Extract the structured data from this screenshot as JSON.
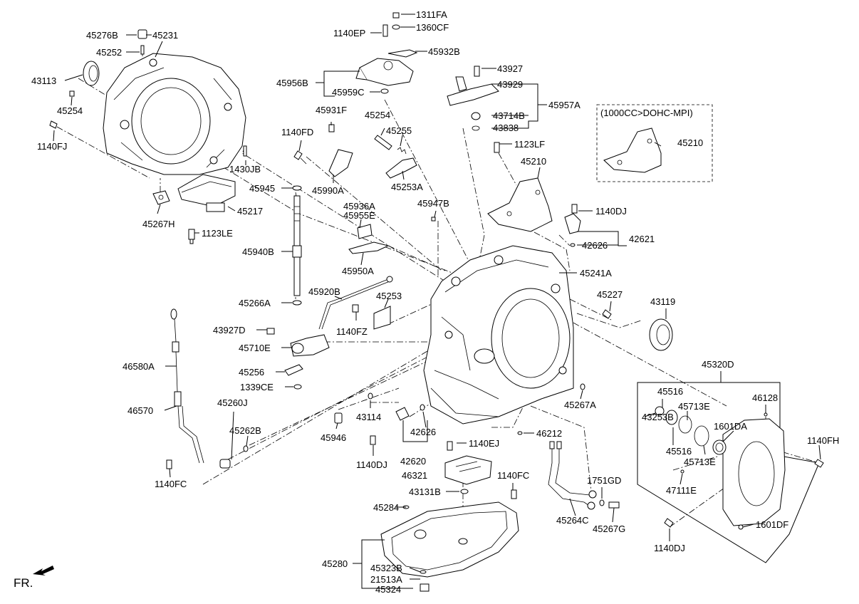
{
  "variant_note": "(1000CC>DOHC-MPI)",
  "direction_label": "FR.",
  "labels": [
    "1311FA",
    "1360CF",
    "1140EP",
    "45932B",
    "45276B",
    "45231",
    "45252",
    "43113",
    "45254",
    "1140FJ",
    "1430JB",
    "45956B",
    "45959C",
    "43927",
    "43929",
    "45957A",
    "43714B",
    "43838",
    "45931F",
    "45254",
    "45255",
    "1140FD",
    "45990A",
    "45253A",
    "45945",
    "45267H",
    "1123LE",
    "45217",
    "45936A",
    "45955E",
    "45947B",
    "45950A",
    "45940B",
    "1123LF",
    "45210",
    "45210",
    "1140DJ",
    "42621",
    "42626",
    "45241A",
    "45227",
    "43119",
    "45266A",
    "45920B",
    "45253",
    "1140FZ",
    "43927D",
    "45710E",
    "46580A",
    "45256",
    "1339CE",
    "45260J",
    "45262B",
    "46570",
    "1140FC",
    "45946",
    "43114",
    "42626",
    "42620",
    "1140DJ",
    "1140EJ",
    "46321",
    "43131B",
    "46212",
    "45267A",
    "45320D",
    "45516",
    "46128",
    "45713E",
    "43253B",
    "1601DA",
    "45516",
    "45713E",
    "1140FH",
    "47111E",
    "1140FC",
    "1751GD",
    "45264C",
    "45267G",
    "45284",
    "45280",
    "45323B",
    "21513A",
    "45324",
    "1140DJ",
    "1601DF"
  ]
}
